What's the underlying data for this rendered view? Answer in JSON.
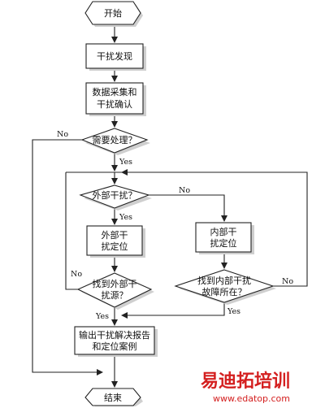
{
  "nodes": {
    "start": "开始",
    "detect": "干扰发现",
    "collect_line1": "数据采集和",
    "collect_line2": "干扰确认",
    "need_line1": "需要处理？",
    "external_q": "外部干扰？",
    "ext_locate_line1": "外部干",
    "ext_locate_line2": "扰定位",
    "int_locate_line1": "内部干",
    "int_locate_line2": "扰定位",
    "find_ext_line1": "找到外部干",
    "find_ext_line2": "扰源？",
    "find_int_line1": "找到内部干扰",
    "find_int_line2": "故障所在？",
    "output_line1": "输出干扰解决报告",
    "output_line2": "和定位案例",
    "end": "结束"
  },
  "edge_labels": {
    "yes": "Yes",
    "no": "No"
  },
  "watermark": {
    "brand": "易迪拓培训",
    "url": "www.edatop.com",
    "color": "#d42020"
  }
}
